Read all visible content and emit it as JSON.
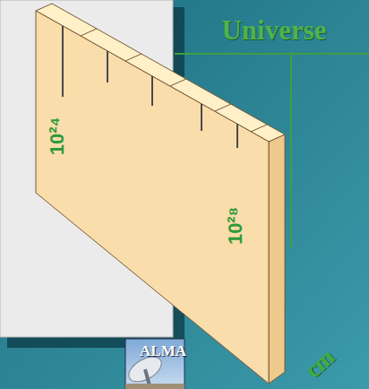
{
  "diagram": {
    "labels": [
      "Universe",
      "10²⁴",
      "10²⁸",
      "ALMA",
      "cm"
    ]
  }
}
